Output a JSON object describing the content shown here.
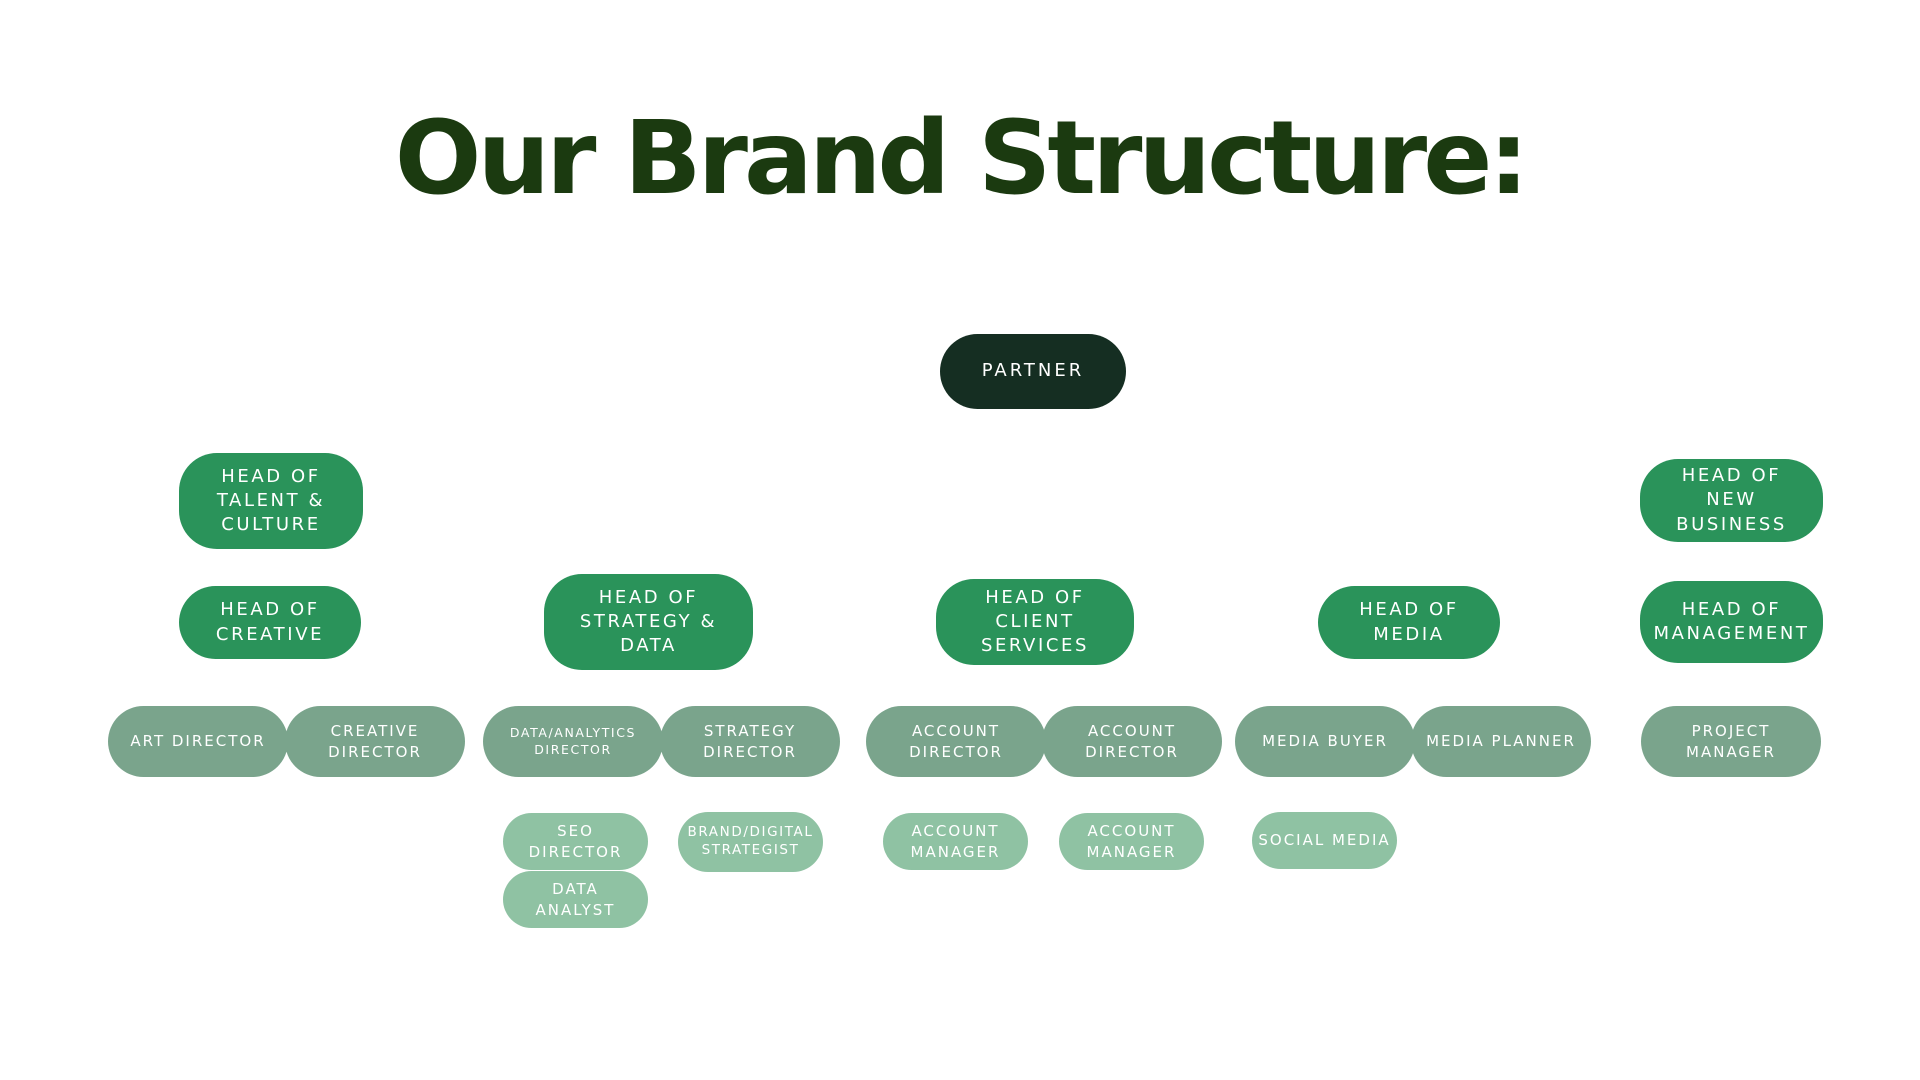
{
  "title": "Our Brand Structure:",
  "partner": "PARTNER",
  "heads": {
    "talent_culture": "HEAD OF TALENT & CULTURE",
    "new_business": "HEAD OF NEW BUSINESS",
    "creative": "HEAD OF CREATIVE",
    "strategy_data": "HEAD OF STRATEGY & DATA",
    "client_services": "HEAD OF CLIENT SERVICES",
    "media": "HEAD OF MEDIA",
    "management": "HEAD OF MANAGEMENT"
  },
  "roles": {
    "creative": [
      "ART DIRECTOR",
      "CREATIVE DIRECTOR"
    ],
    "strategy": [
      "DATA/ANALYTICS DIRECTOR",
      "STRATEGY DIRECTOR"
    ],
    "client": [
      "ACCOUNT DIRECTOR",
      "ACCOUNT DIRECTOR"
    ],
    "media": [
      "MEDIA BUYER",
      "MEDIA PLANNER"
    ],
    "management": [
      "PROJECT MANAGER"
    ]
  },
  "subroles": {
    "strategy_left": [
      "SEO DIRECTOR",
      "DATA ANALYST"
    ],
    "strategy_right": [
      "BRAND/DIGITAL STRATEGIST"
    ],
    "client": [
      "ACCOUNT MANAGER",
      "ACCOUNT MANAGER"
    ],
    "media": [
      "SOCIAL MEDIA"
    ]
  },
  "colors": {
    "title": "#1b3a10",
    "partner": "#152e22",
    "head": "#2a935a",
    "role": "#7aa48c",
    "subrole": "#8fc2a3",
    "text": "#ffffff"
  }
}
